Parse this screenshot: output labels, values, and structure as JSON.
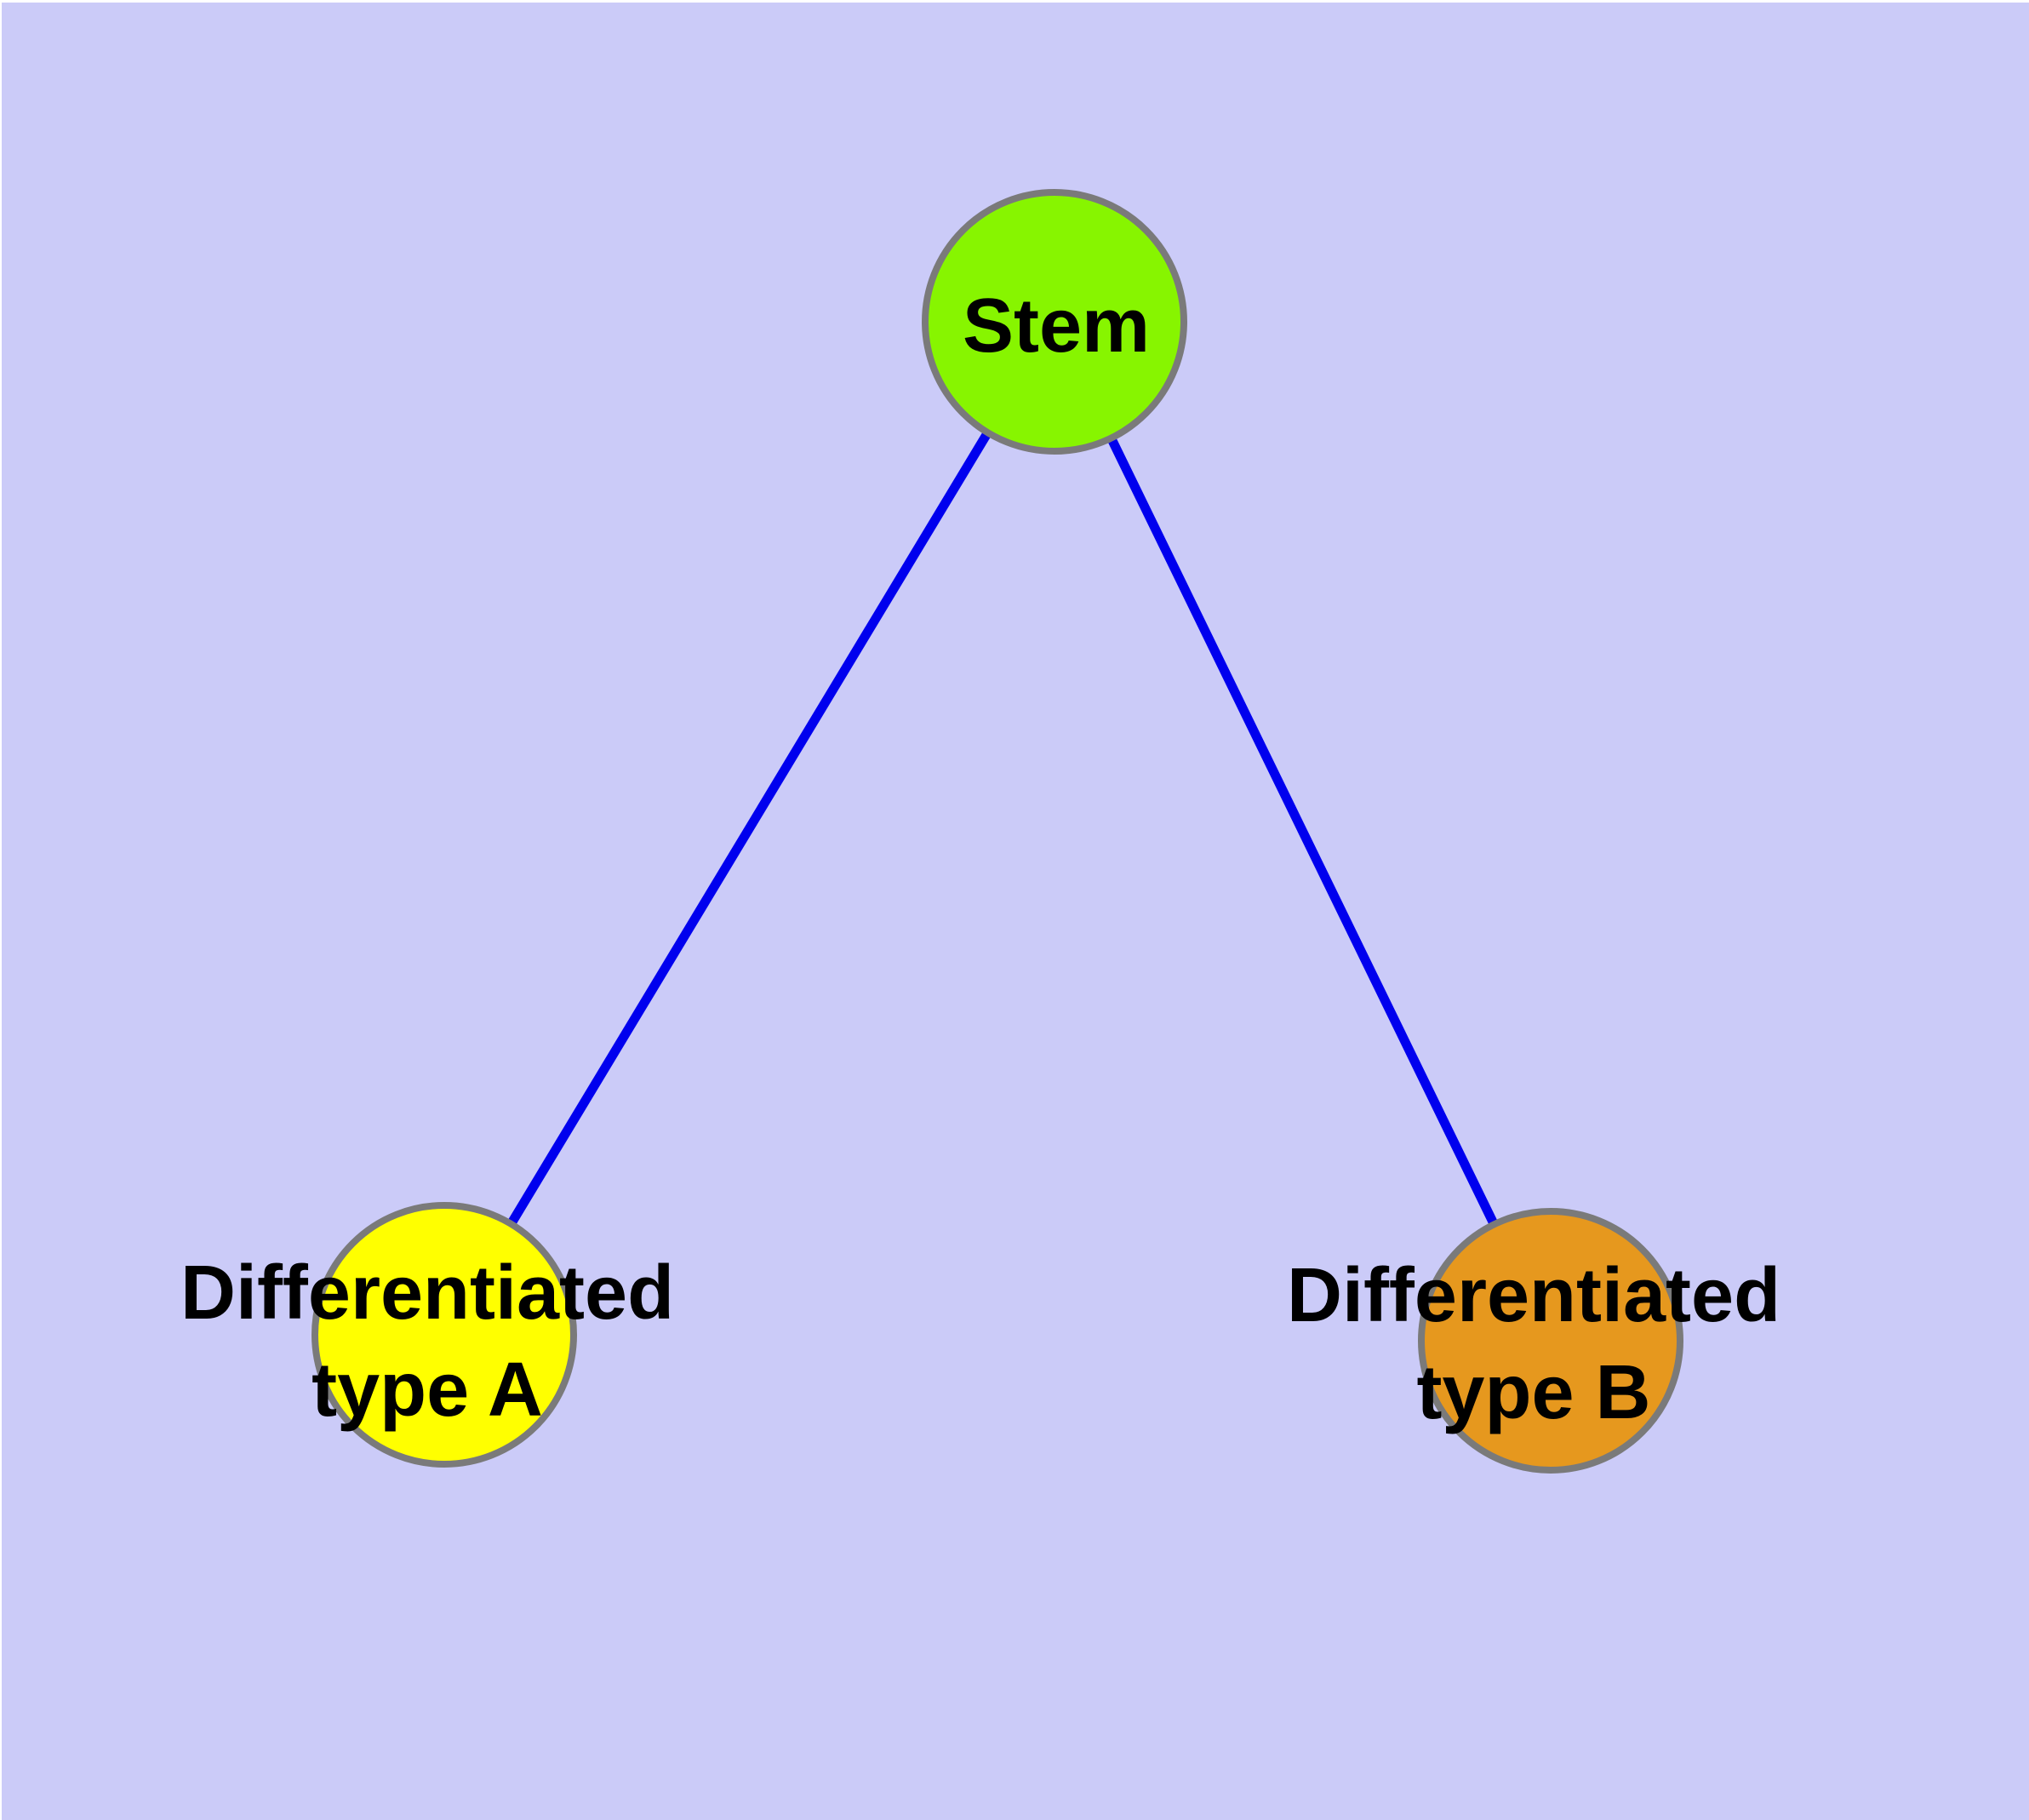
{
  "diagram": {
    "title": "",
    "background_color": "#CBCBF8",
    "text_color": "#000000",
    "edge_color": "#0000EE",
    "node_border_color": "#7A7A7A",
    "nodes": [
      {
        "id": "stem",
        "label": "Stem",
        "color": "#87F500"
      },
      {
        "id": "type-a",
        "label_line1": "Differentiated",
        "label_line2": "type A",
        "color": "#FFFF00"
      },
      {
        "id": "type-b",
        "label_line1": "Differentiated",
        "label_line2": "type B",
        "color": "#E6981E"
      }
    ],
    "edges": [
      {
        "from": "stem",
        "to": "type-a"
      },
      {
        "from": "stem",
        "to": "type-b"
      }
    ]
  }
}
